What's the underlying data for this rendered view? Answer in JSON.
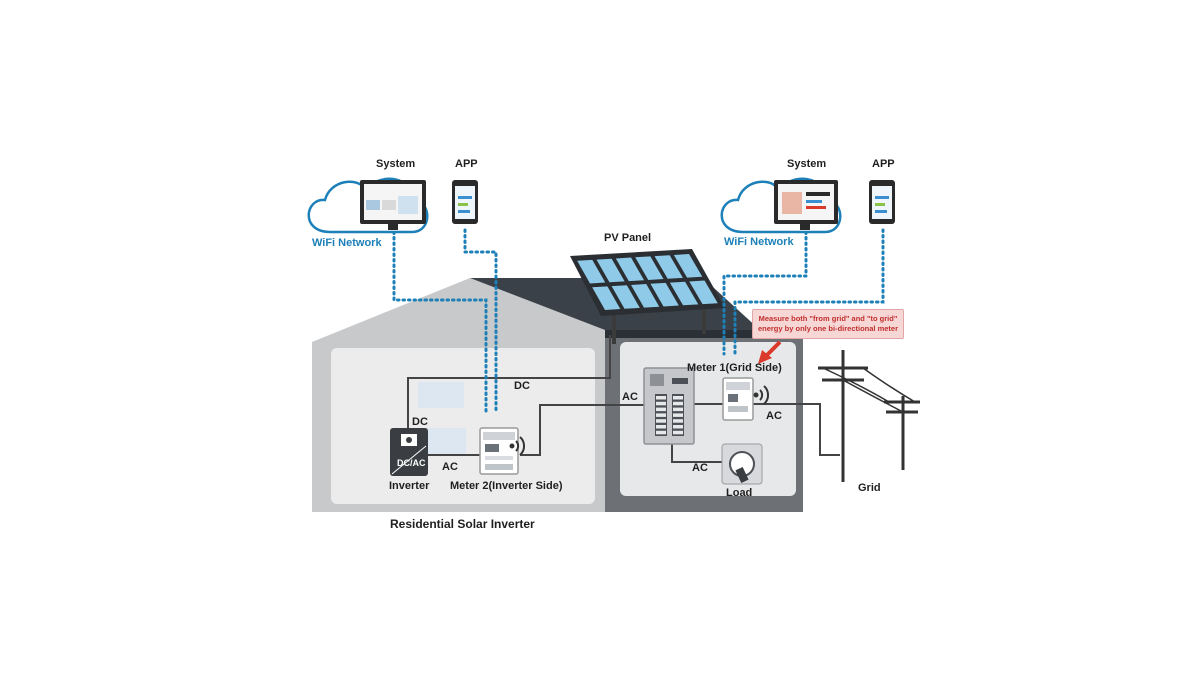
{
  "labels": {
    "system_left": "System",
    "app_left": "APP",
    "wifi_left": "WiFi Network",
    "system_right": "System",
    "app_right": "APP",
    "wifi_right": "WiFi Network",
    "pv_panel": "PV Panel",
    "meter1": "Meter 1(Grid Side)",
    "meter2": "Meter 2(Inverter Side)",
    "inverter": "Inverter",
    "inverter_symbol": "DC/AC",
    "dc_top": "DC",
    "dc_left": "DC",
    "ac_left": "AC",
    "ac_panel": "AC",
    "ac_right": "AC",
    "ac_bottom": "AC",
    "load": "Load",
    "grid": "Grid",
    "caption": "Residential Solar Inverter"
  },
  "callout": {
    "line1": "Measure both \"from grid\" and \"to grid\"",
    "line2": "energy by only one bi-directional meter"
  },
  "colors": {
    "wifi": "#1d80b8",
    "roof": "#3a4148",
    "house_gray": "#c9cacc",
    "callout_text": "#c0302d",
    "arrow": "#d93a2b",
    "pv_cell": "#8fcbe8"
  }
}
